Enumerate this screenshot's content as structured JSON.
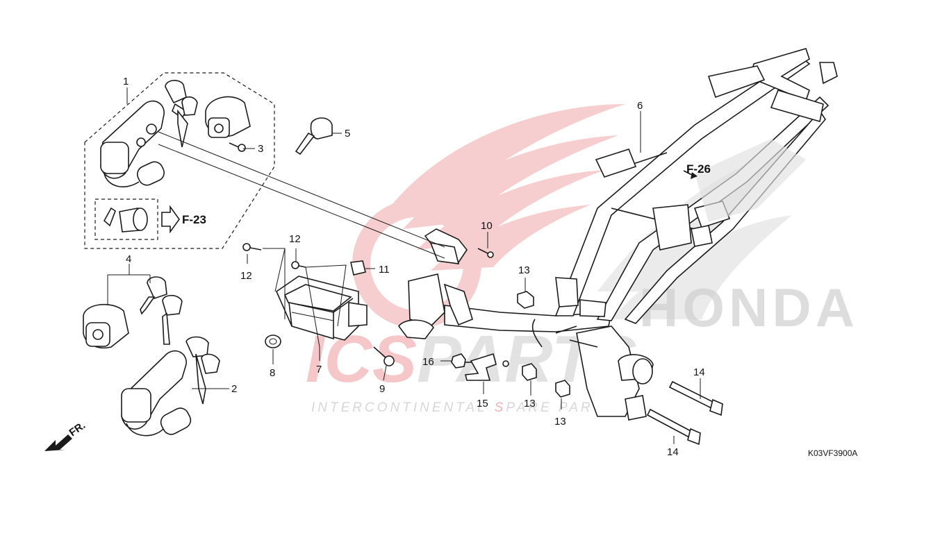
{
  "diagram_code": "K03VF3900A",
  "direction_label": "FR.",
  "watermark": {
    "brand_red": "ICS",
    "brand_grey": "PARTS",
    "tagline_prefix": "INTERCONTINENTAL",
    "tagline_s": "S",
    "tagline_rest": "PARE PARTS",
    "honda": "HONDA"
  },
  "references": {
    "f23": "F-23",
    "f26": "F-26"
  },
  "callouts": {
    "c1": "1",
    "c2": "2",
    "c3": "3",
    "c4": "4",
    "c5": "5",
    "c6": "6",
    "c7": "7",
    "c8": "8",
    "c9": "9",
    "c10": "10",
    "c11": "11",
    "c12a": "12",
    "c12b": "12",
    "c13a": "13",
    "c13b": "13",
    "c13c": "13",
    "c14a": "14",
    "c14b": "14",
    "c15": "15",
    "c16": "16"
  },
  "colors": {
    "line": "#1a1a1a",
    "watermark_red": "#d9262b",
    "watermark_grey": "#b7b7b7"
  }
}
